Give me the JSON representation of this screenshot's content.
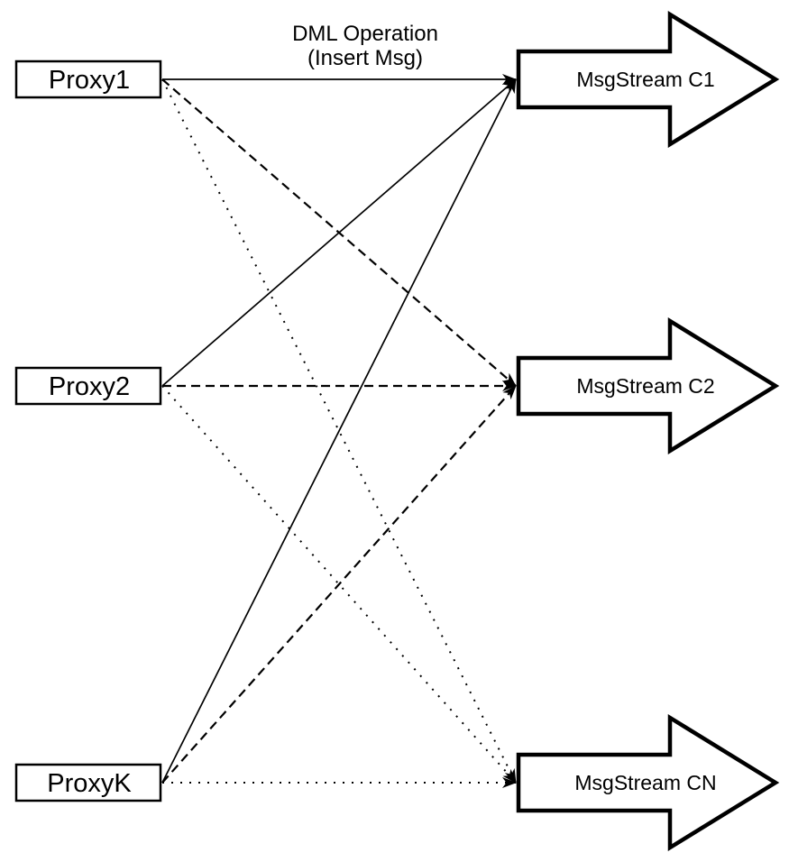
{
  "diagram": {
    "title": {
      "line1": "DML Operation",
      "line2": "(Insert Msg)"
    },
    "proxies": [
      {
        "id": "Proxy1",
        "label": "Proxy1"
      },
      {
        "id": "Proxy2",
        "label": "Proxy2"
      },
      {
        "id": "ProxyK",
        "label": "ProxyK"
      }
    ],
    "streams": [
      {
        "id": "C1",
        "label": "MsgStream C1"
      },
      {
        "id": "C2",
        "label": "MsgStream C2"
      },
      {
        "id": "CN",
        "label": "MsgStream CN"
      }
    ],
    "edges": [
      {
        "from": "Proxy1",
        "to": "C1",
        "style": "solid"
      },
      {
        "from": "Proxy2",
        "to": "C1",
        "style": "solid"
      },
      {
        "from": "ProxyK",
        "to": "C1",
        "style": "solid"
      },
      {
        "from": "Proxy1",
        "to": "C2",
        "style": "dashed"
      },
      {
        "from": "Proxy2",
        "to": "C2",
        "style": "dashed"
      },
      {
        "from": "ProxyK",
        "to": "C2",
        "style": "dashed"
      },
      {
        "from": "Proxy1",
        "to": "CN",
        "style": "dotted"
      },
      {
        "from": "Proxy2",
        "to": "CN",
        "style": "dotted"
      },
      {
        "from": "ProxyK",
        "to": "CN",
        "style": "dotted"
      }
    ],
    "colors": {
      "line": "#000000",
      "shape_fill": "#ffffff",
      "text": "#000000",
      "background": "#ffffff"
    }
  }
}
